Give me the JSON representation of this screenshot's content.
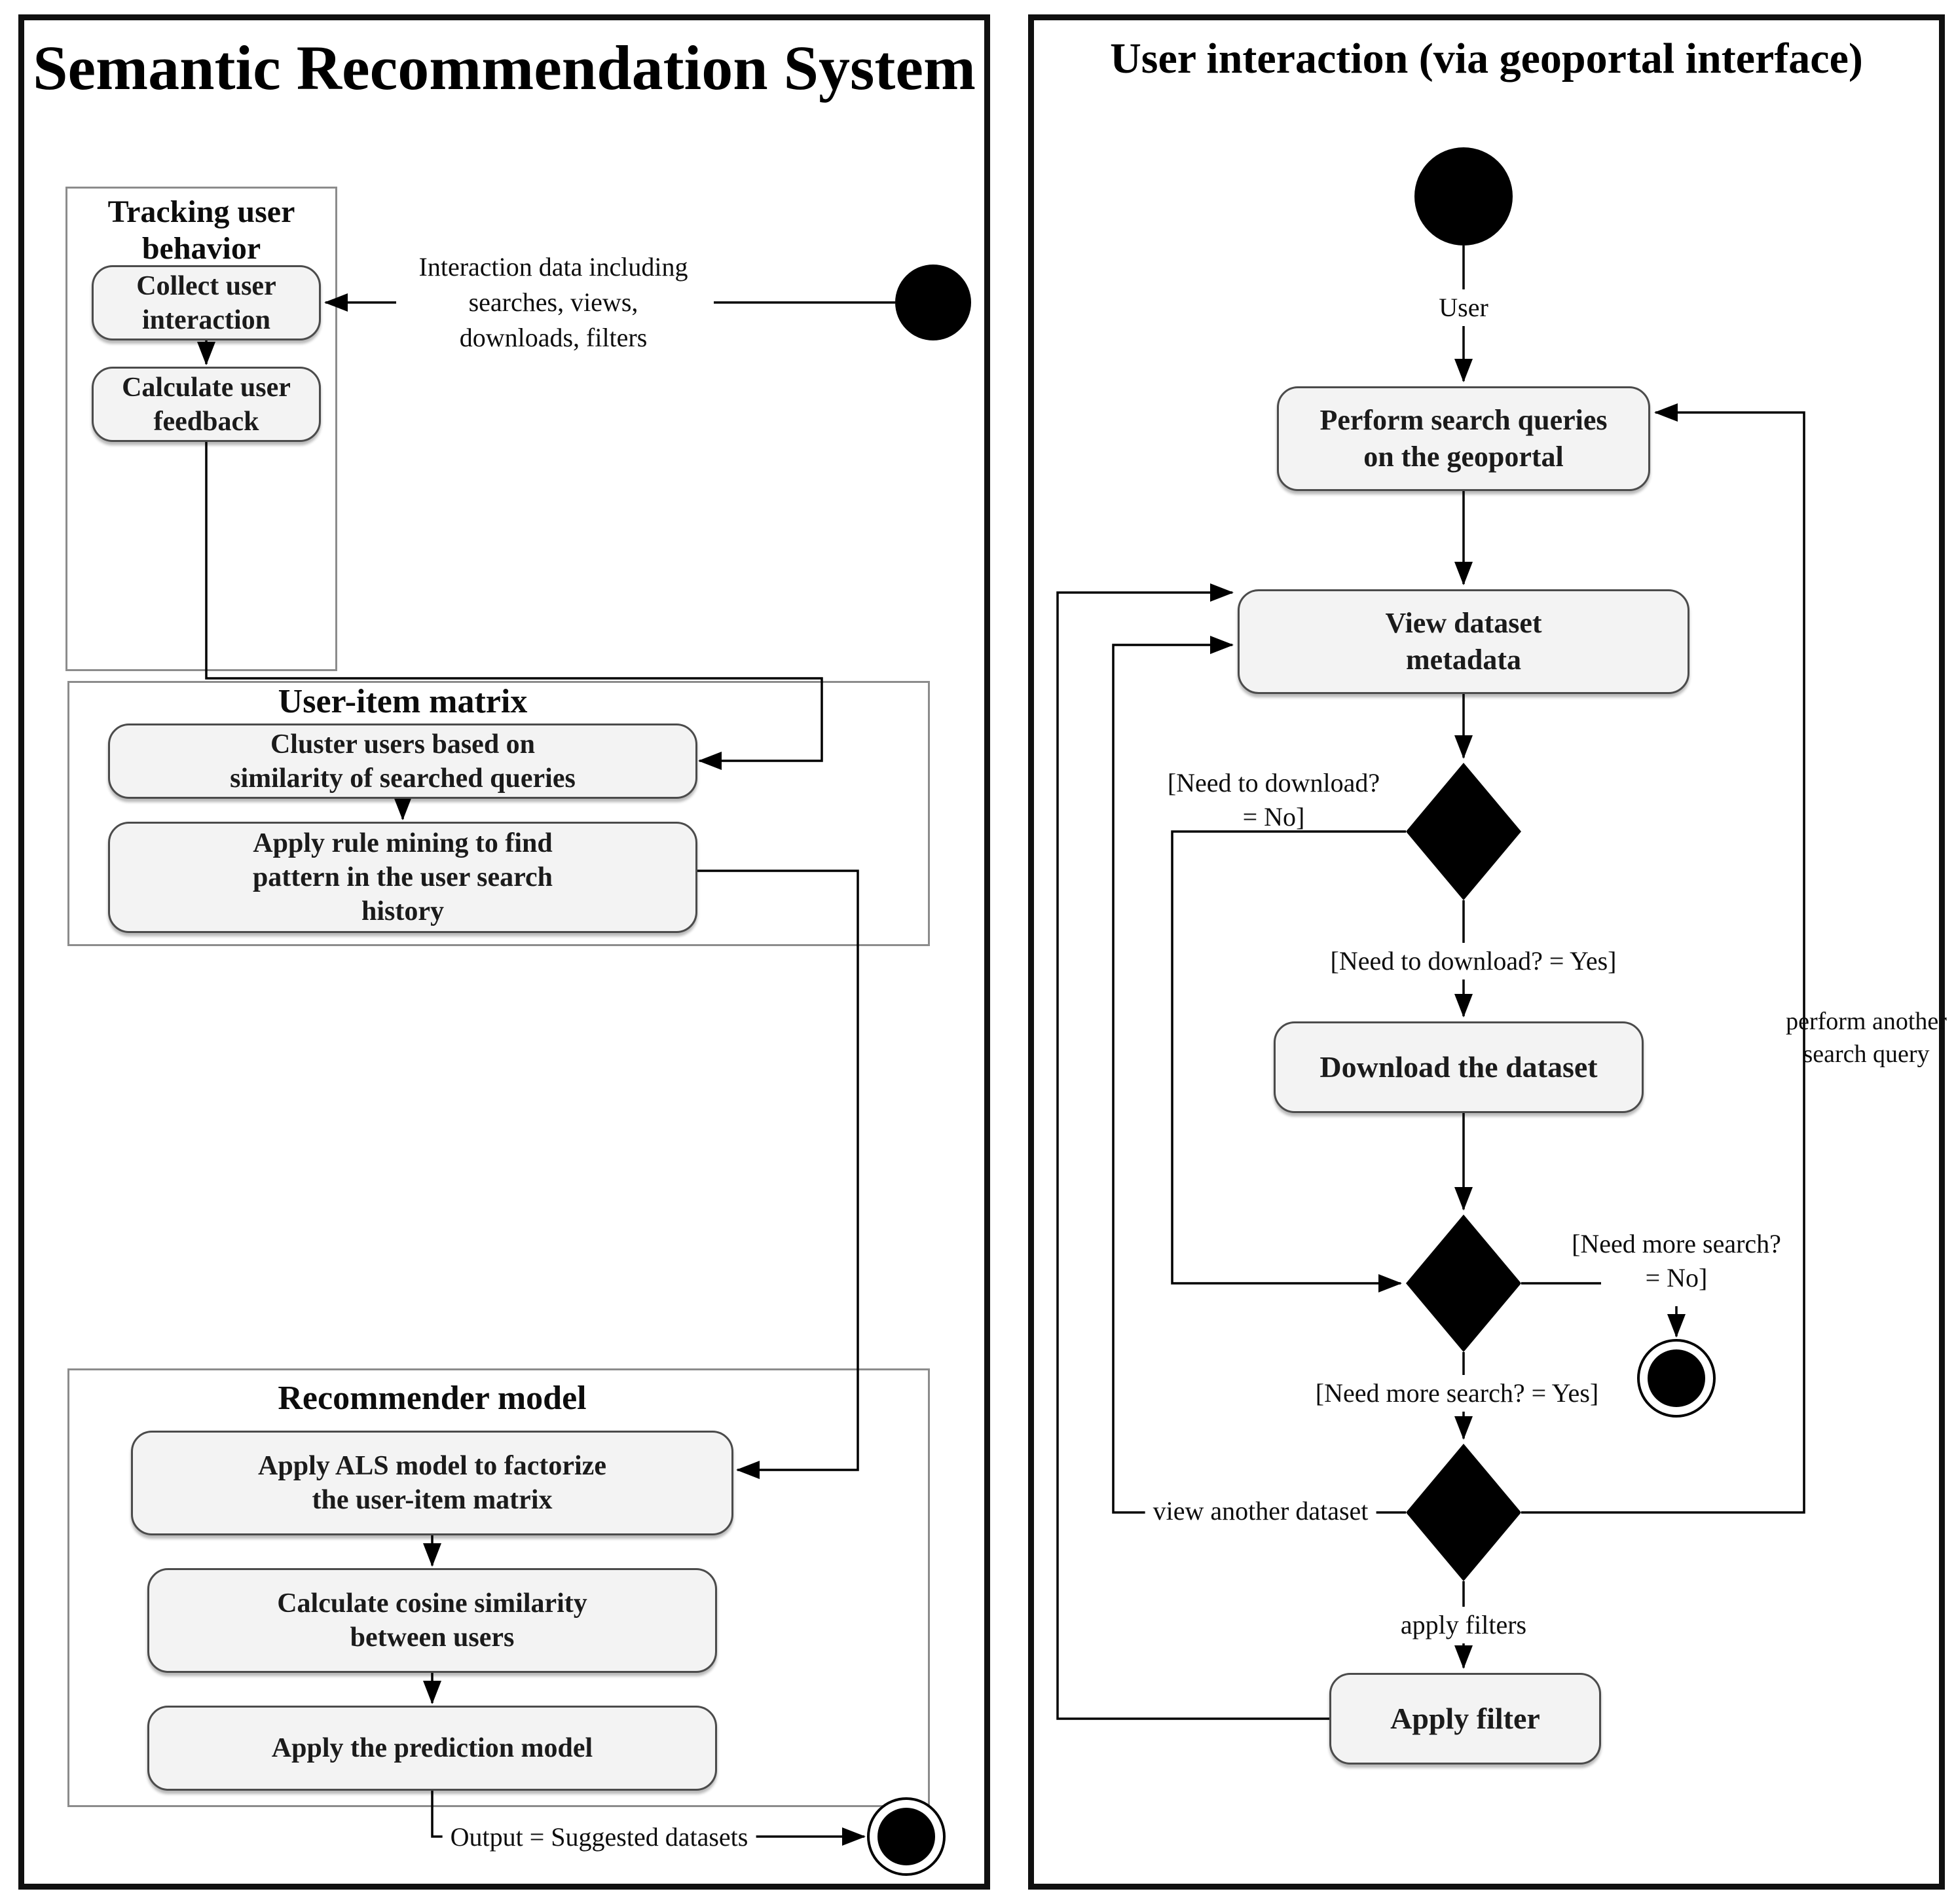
{
  "left": {
    "title": [
      "Semantic Recommendation",
      "System"
    ],
    "tracking_title": [
      "Tracking user",
      "behavior"
    ],
    "box_collect": [
      "Collect user",
      "interaction"
    ],
    "box_calculate": [
      "Calculate user",
      "feedback"
    ],
    "annotation": [
      "Interaction data including",
      "searches, views,",
      "downloads, filters"
    ],
    "useritem_title": "User-item matrix",
    "box_cluster": [
      "Cluster users based on",
      "similarity of searched queries"
    ],
    "box_rule": [
      "Apply rule mining to find",
      "pattern in the user search",
      "history"
    ],
    "recommender_title": "Recommender model",
    "box_als": [
      "Apply ALS model to factorize",
      "the user-item matrix"
    ],
    "box_cosine": [
      "Calculate cosine similarity",
      "between users"
    ],
    "box_prediction": "Apply the prediction model",
    "output_label": "Output = Suggested datasets"
  },
  "right": {
    "title": "User interaction (via geoportal interface)",
    "start_label": "User",
    "box_search": [
      "Perform search queries",
      "on the geoportal"
    ],
    "box_view": [
      "View dataset",
      "metadata"
    ],
    "label_download_no": [
      "[Need to download?",
      "= No]"
    ],
    "label_download_yes": "[Need to download? = Yes]",
    "box_download": "Download the dataset",
    "label_more_no": [
      "[Need more search?",
      "= No]"
    ],
    "label_more_yes": "[Need more search? = Yes]",
    "label_view_another": "view another dataset",
    "label_perform_another": [
      "perform another",
      "search query"
    ],
    "label_apply_filters": "apply filters",
    "box_filter": "Apply filter"
  },
  "colors": {
    "line": "#000000",
    "box_fill": "#f3f3f3",
    "box_border": "#4b4b4b",
    "group_border": "#8c8c8c",
    "panel_border": "#101010",
    "text": "#1b1b1b"
  }
}
